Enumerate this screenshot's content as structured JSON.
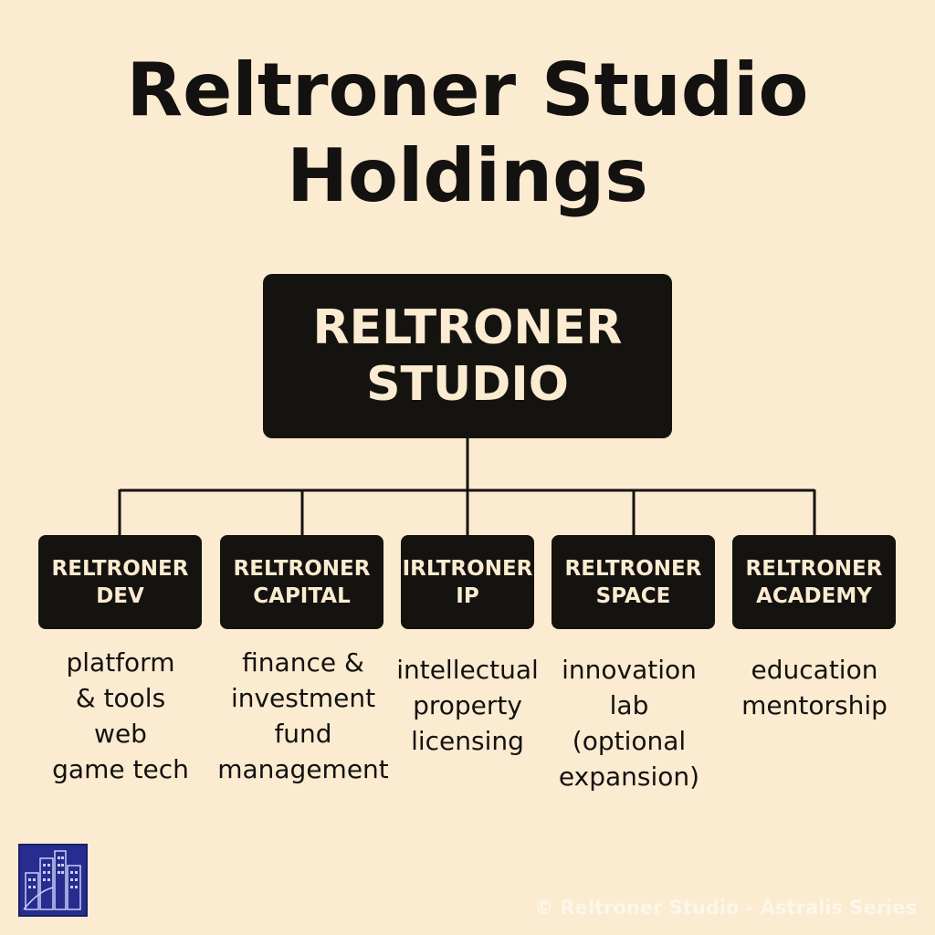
{
  "title": {
    "line1": "Reltroner Studio",
    "line2": "Holdings"
  },
  "root": {
    "line1": "RELTRONER",
    "line2": "STUDIO"
  },
  "children": [
    {
      "line1": "RELTRONER",
      "line2": "DEV",
      "desc": [
        "platform",
        "& tools",
        "web",
        "game tech"
      ]
    },
    {
      "line1": "RELTRONER",
      "line2": "CAPITAL",
      "desc": [
        "finance &",
        "investment",
        "fund",
        "management"
      ]
    },
    {
      "line1": "IRLTRONER",
      "line2": "IP",
      "desc": [
        "intellectual",
        "property",
        "licensing"
      ]
    },
    {
      "line1": "RELTRONER",
      "line2": "SPACE",
      "desc": [
        "innovation",
        "lab",
        "(optional",
        "expansion)"
      ]
    },
    {
      "line1": "RELTRONER",
      "line2": "ACADEMY",
      "desc": [
        "education",
        "mentorship"
      ]
    }
  ],
  "footer": {
    "copyright": "© Reltroner Studio - Astralis Series",
    "logo_icon": "city-buildings-icon"
  },
  "colors": {
    "background": "#fbebd1",
    "box": "#15130f",
    "box_text": "#fbebd1",
    "logo": "#262d8f"
  }
}
